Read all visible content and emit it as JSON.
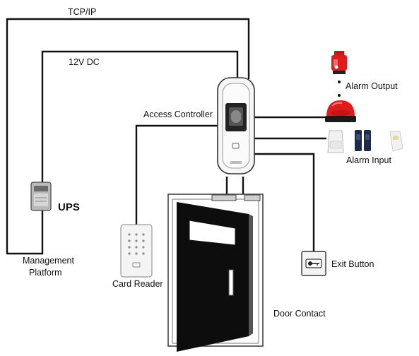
{
  "labels": {
    "tcp_ip": "TCP/IP",
    "power": "12V DC",
    "access_controller": "Access Controller",
    "alarm_output": "Alarm Output",
    "alarm_input": "Alarm Input",
    "ups": "UPS",
    "management_platform_line1": "Management",
    "management_platform_line2": "Platform",
    "card_reader": "Card Reader",
    "exit_button": "Exit Button",
    "door_contact": "Door Contact"
  },
  "colors": {
    "wire": "#111111",
    "siren_red": "#e01b1b",
    "door_black": "#0d0d0d",
    "device_white": "#f5f5f5",
    "sensor_blue": "#1b2a4a"
  }
}
